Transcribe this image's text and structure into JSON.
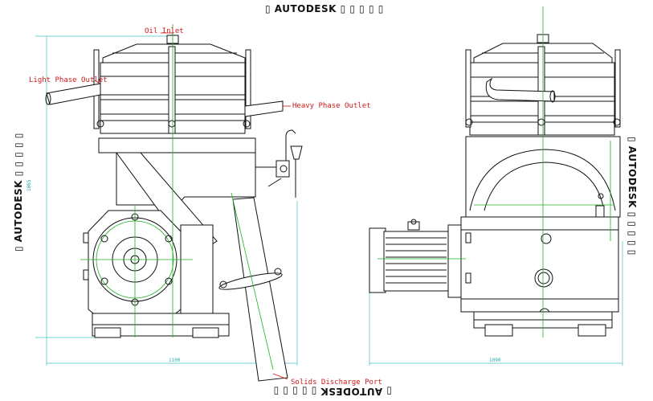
{
  "watermark": {
    "top": "▯ AUTODESK ▯ ▯ ▯ ▯ ▯",
    "bottom": "▯ AUTODESK ▯ ▯ ▯ ▯ ▯",
    "left": "▯ AUTODESK ▯ ▯ ▯ ▯ ▯",
    "right": "▯ AUTODESK ▯ ▯ ▯ ▯ ▯"
  },
  "labels": {
    "oil_inlet": "Oil Inlet",
    "light_phase_outlet": "Light Phase Outlet",
    "heavy_phase_outlet": "Heavy Phase Outlet",
    "solids_discharge_port": "Solids Discharge Port"
  },
  "dimensions": {
    "left_width": "1100",
    "left_height": "1065",
    "right_width": "1090"
  },
  "colors": {
    "outline": "#111111",
    "centerline": "#1fb31f",
    "dimension": "#40c0c0",
    "callout": "#d01818"
  }
}
